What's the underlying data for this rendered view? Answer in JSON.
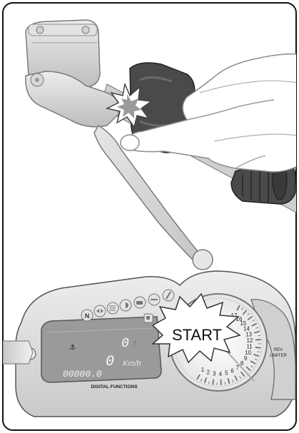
{
  "callout": {
    "text": "START"
  },
  "dashboard": {
    "lcd_gear": "0",
    "lcd_speed": "0",
    "lcd_speed_unit": "Km/h",
    "lcd_odometer": "00000.0",
    "panel_label": "DIGITAL FUNCTIONS",
    "rev_limiter_line1": "REV",
    "rev_limiter_line2": "LIMITER",
    "tachometer_ticks": [
      "1",
      "2",
      "3",
      "4",
      "5",
      "6",
      "7",
      "8",
      "9",
      "10",
      "11",
      "12",
      "13",
      "14",
      "15",
      "16",
      "17"
    ],
    "indicator_icons": [
      "neutral-icon",
      "turn-signal-icon",
      "high-beam-icon",
      "headlight-icon",
      "oil-icon",
      "temperature-icon",
      "fuel-icon",
      "warning-icon"
    ],
    "indicator_neutral_label": "N"
  },
  "colors": {
    "frame": "#111111",
    "glove": "#4a4a4a",
    "dashboard_body": "#d9d9d9",
    "lcd_panel": "#9a9a9a"
  }
}
